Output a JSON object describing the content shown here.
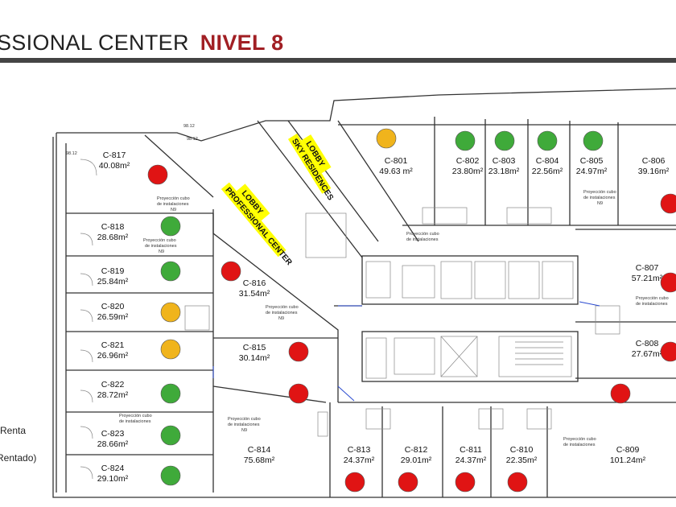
{
  "header": {
    "title": "SSIONAL CENTER",
    "level": "NIVEL 8"
  },
  "legend": {
    "item1": "Renta",
    "item2": "Rentado)"
  },
  "colors": {
    "available": "#3faa3a",
    "reserved": "#f0b41c",
    "sold": "#e01414",
    "accent": "#a11f24"
  },
  "lobbies": {
    "sky": [
      "LOBBY",
      "SKY RESIDENCES"
    ],
    "pro": [
      "LOBBY",
      "PROFESSIONAL CENTER"
    ]
  },
  "notes": {
    "shaft": "Proyección cubo de instalaciones N9",
    "shaft_lines": [
      "Proyección cubo",
      "de instalaciones",
      "N9"
    ],
    "dims": [
      "98.12",
      "98.12",
      "98.12"
    ]
  },
  "units": [
    {
      "id": "C-817",
      "area": "40.08m²",
      "status": "sold"
    },
    {
      "id": "C-818",
      "area": "28.68m²",
      "status": "available"
    },
    {
      "id": "C-819",
      "area": "25.84m²",
      "status": "available"
    },
    {
      "id": "C-820",
      "area": "26.59m²",
      "status": "reserved"
    },
    {
      "id": "C-821",
      "area": "26.96m²",
      "status": "reserved"
    },
    {
      "id": "C-822",
      "area": "28.72m²",
      "status": "available"
    },
    {
      "id": "C-823",
      "area": "28.66m²",
      "status": "available"
    },
    {
      "id": "C-824",
      "area": "29.10m²",
      "status": "available"
    },
    {
      "id": "C-816",
      "area": "31.54m²",
      "status": "sold"
    },
    {
      "id": "C-815",
      "area": "30.14m²",
      "status": "sold"
    },
    {
      "id": "C-814",
      "area": "75.68m²",
      "status": "sold"
    },
    {
      "id": "C-801",
      "area": "49.63 m²",
      "status": "reserved"
    },
    {
      "id": "C-802",
      "area": "23.80m²",
      "status": "available"
    },
    {
      "id": "C-803",
      "area": "23.18m²",
      "status": "available"
    },
    {
      "id": "C-804",
      "area": "22.56m²",
      "status": "available"
    },
    {
      "id": "C-805",
      "area": "24.97m²",
      "status": "available"
    },
    {
      "id": "C-806",
      "area": "39.16m²",
      "status": "sold"
    },
    {
      "id": "C-807",
      "area": "57.21m²",
      "status": "sold"
    },
    {
      "id": "C-808",
      "area": "27.67m²",
      "status": "sold"
    },
    {
      "id": "C-809",
      "area": "101.24m²",
      "status": "sold"
    },
    {
      "id": "C-810",
      "area": "22.35m²",
      "status": "sold"
    },
    {
      "id": "C-811",
      "area": "24.37m²",
      "status": "sold"
    },
    {
      "id": "C-812",
      "area": "29.01m²",
      "status": "sold"
    },
    {
      "id": "C-813",
      "area": "24.37m²",
      "status": "sold"
    }
  ]
}
